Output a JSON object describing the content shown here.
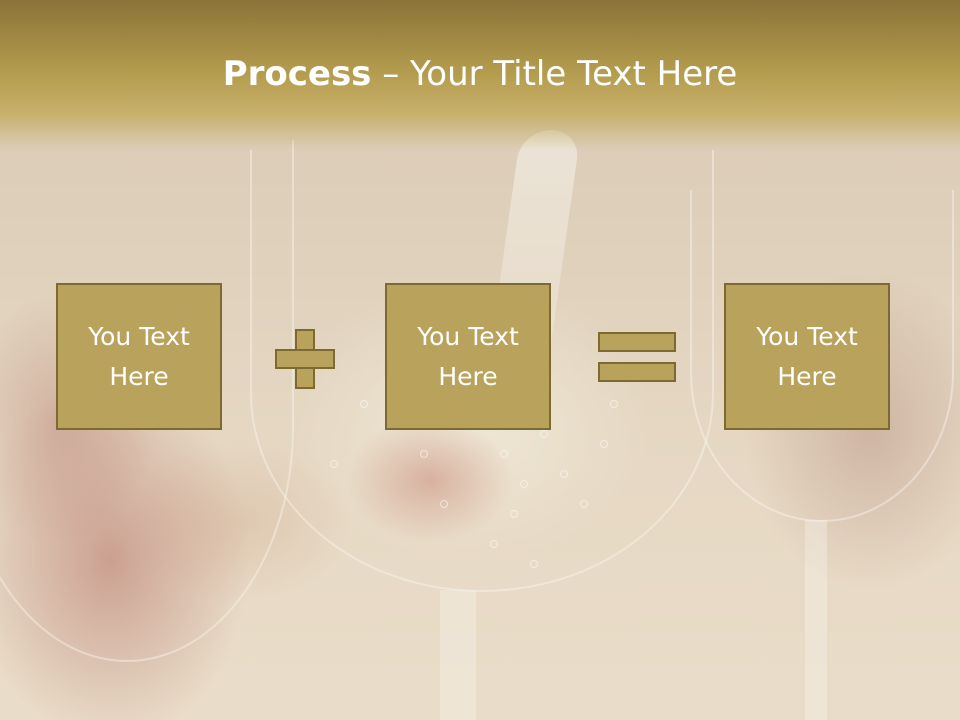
{
  "slide": {
    "title_bold": "Process",
    "title_rest": " – Your Title Text Here",
    "boxes": [
      {
        "text": "You Text\nHere"
      },
      {
        "text": "You Text\nHere"
      },
      {
        "text": "You Text\nHere"
      }
    ],
    "operators": [
      "plus",
      "equals"
    ]
  },
  "colors": {
    "header": "#b59d4f",
    "box_fill": "#b9a25b",
    "box_border": "#7d6a33",
    "text": "#ffffff"
  }
}
